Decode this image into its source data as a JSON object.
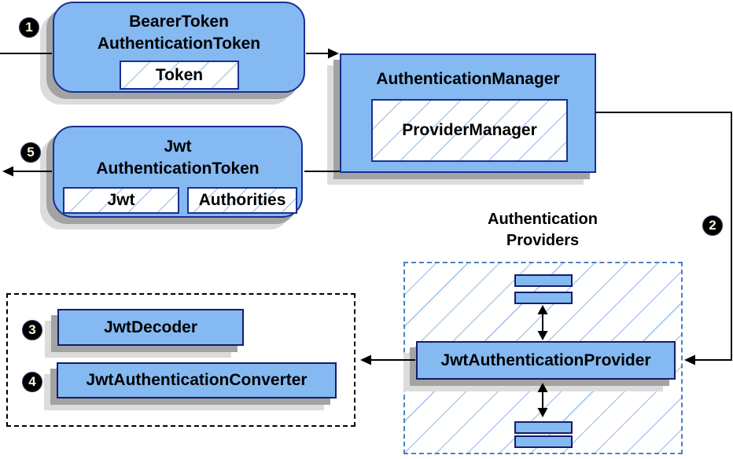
{
  "colors": {
    "box_fill": "#85b9f2",
    "box_border": "#1b2f92",
    "rect_border": "#141d66",
    "hatch": "#a9cbf0",
    "dash_blue": "#4a80c4",
    "dash_black": "#000000",
    "shadow1": "#a3a3a3",
    "shadow2": "#dcdcdc",
    "arrow": "#000000",
    "badge_bg": "#000000",
    "badge_fg": "#fdf3e3",
    "text": "#000000"
  },
  "badges": {
    "step1": "1",
    "step2": "2",
    "step3": "3",
    "step4": "4",
    "step5": "5"
  },
  "boxes": {
    "bearer": {
      "title_line1": "BearerToken",
      "title_line2": "AuthenticationToken",
      "token": "Token"
    },
    "manager": {
      "title": "AuthenticationManager",
      "inner": "ProviderManager"
    },
    "jwt": {
      "title_line1": "Jwt",
      "title_line2": "AuthenticationToken",
      "jwt": "Jwt",
      "authorities": "Authorities"
    },
    "providers": {
      "label_line1": "Authentication",
      "label_line2": "Providers",
      "provider": "JwtAuthenticationProvider"
    },
    "converters": {
      "decoder": "JwtDecoder",
      "converter": "JwtAuthenticationConverter"
    }
  }
}
